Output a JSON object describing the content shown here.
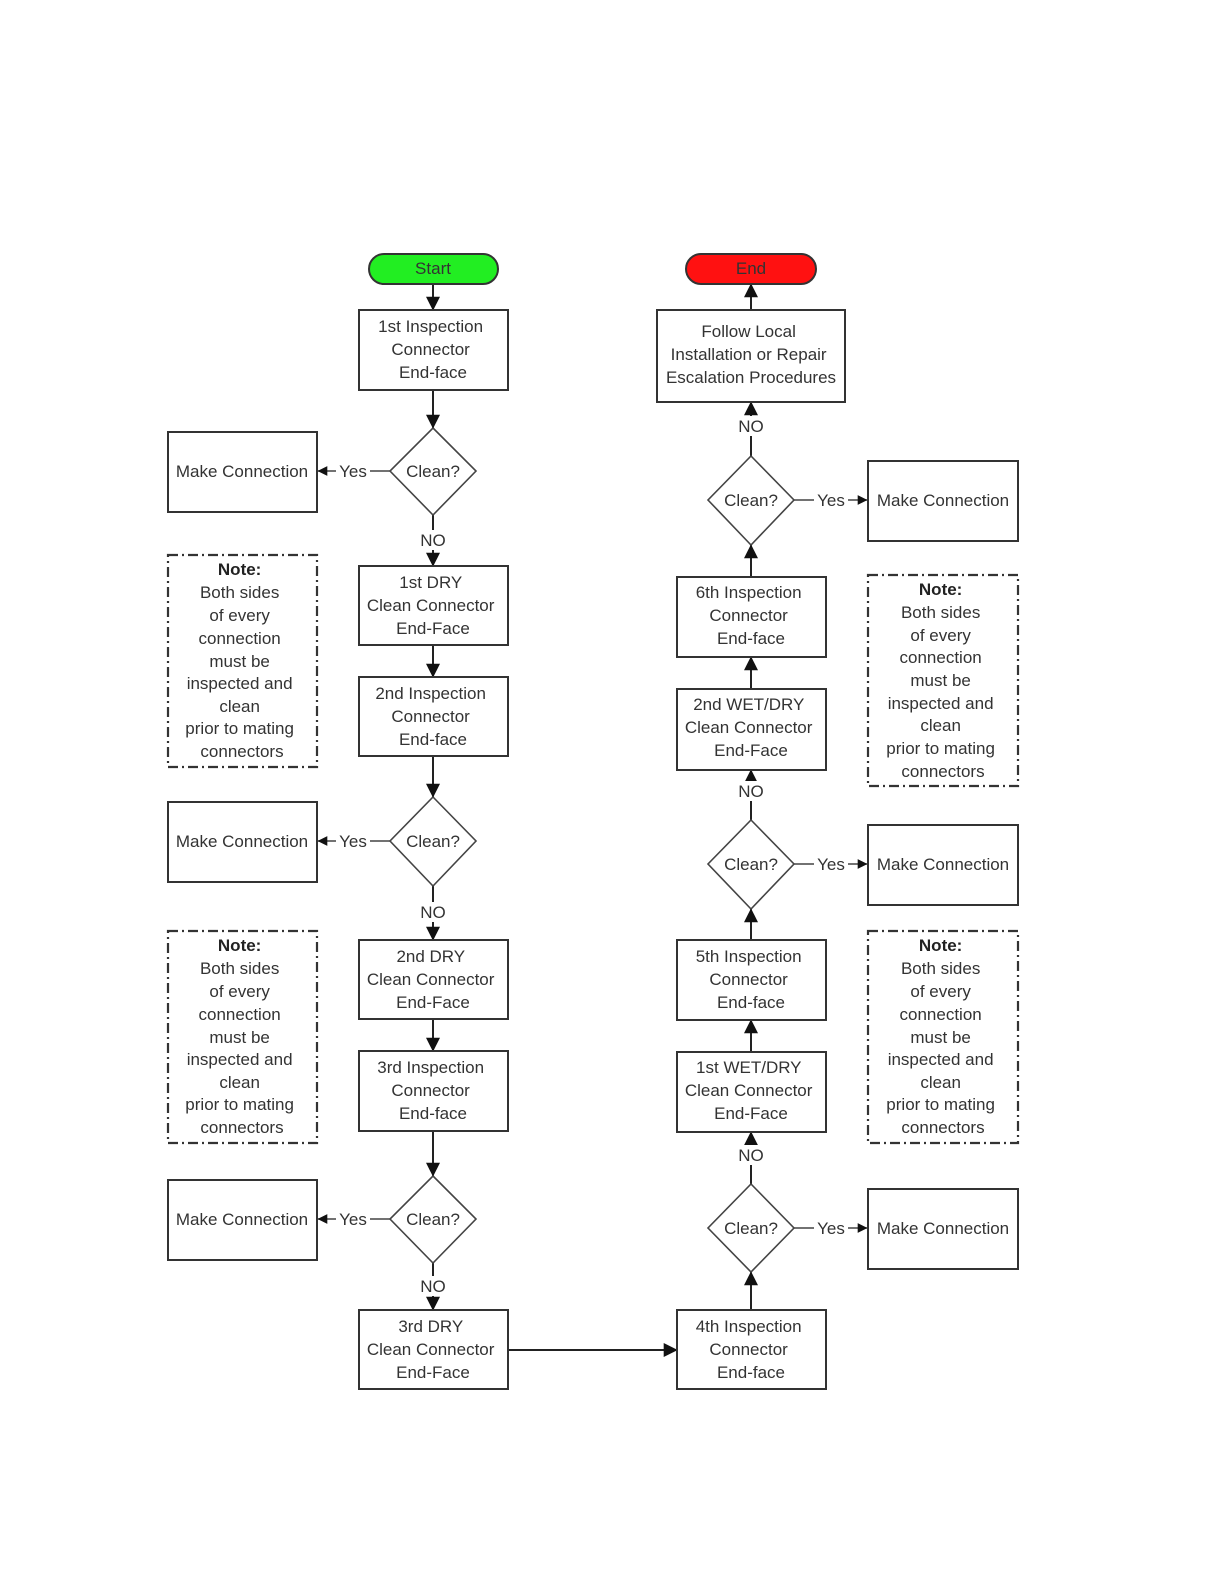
{
  "colors": {
    "start": "#22ee22",
    "end": "#ff1111",
    "stroke": "#333333"
  },
  "terminals": {
    "start": "Start",
    "end": "End"
  },
  "process": {
    "insp1": [
      "1st Inspection",
      "Connector",
      "End-face"
    ],
    "dry1": [
      "1st DRY",
      "Clean Connector",
      "End-Face"
    ],
    "insp2": [
      "2nd Inspection",
      "Connector",
      "End-face"
    ],
    "dry2": [
      "2nd DRY",
      "Clean Connector",
      "End-Face"
    ],
    "insp3": [
      "3rd Inspection",
      "Connector",
      "End-face"
    ],
    "dry3": [
      "3rd DRY",
      "Clean Connector",
      "End-Face"
    ],
    "insp4": [
      "4th Inspection",
      "Connector",
      "End-face"
    ],
    "wet1": [
      "1st WET/DRY",
      "Clean Connector",
      "End-Face"
    ],
    "insp5": [
      "5th Inspection",
      "Connector",
      "End-face"
    ],
    "wet2": [
      "2nd WET/DRY",
      "Clean Connector",
      "End-Face"
    ],
    "insp6": [
      "6th Inspection",
      "Connector",
      "End-face"
    ],
    "escalate": [
      "Follow Local",
      "Installation or Repair",
      "Escalation Procedures"
    ]
  },
  "decision": "Clean?",
  "make_connection": "Make Connection",
  "labels": {
    "yes": "Yes",
    "no": "NO"
  },
  "note": {
    "title": "Note:",
    "lines": [
      "Both sides",
      "of every",
      "connection",
      "must be",
      "inspected and",
      "clean",
      "prior to mating",
      "connectors"
    ]
  }
}
